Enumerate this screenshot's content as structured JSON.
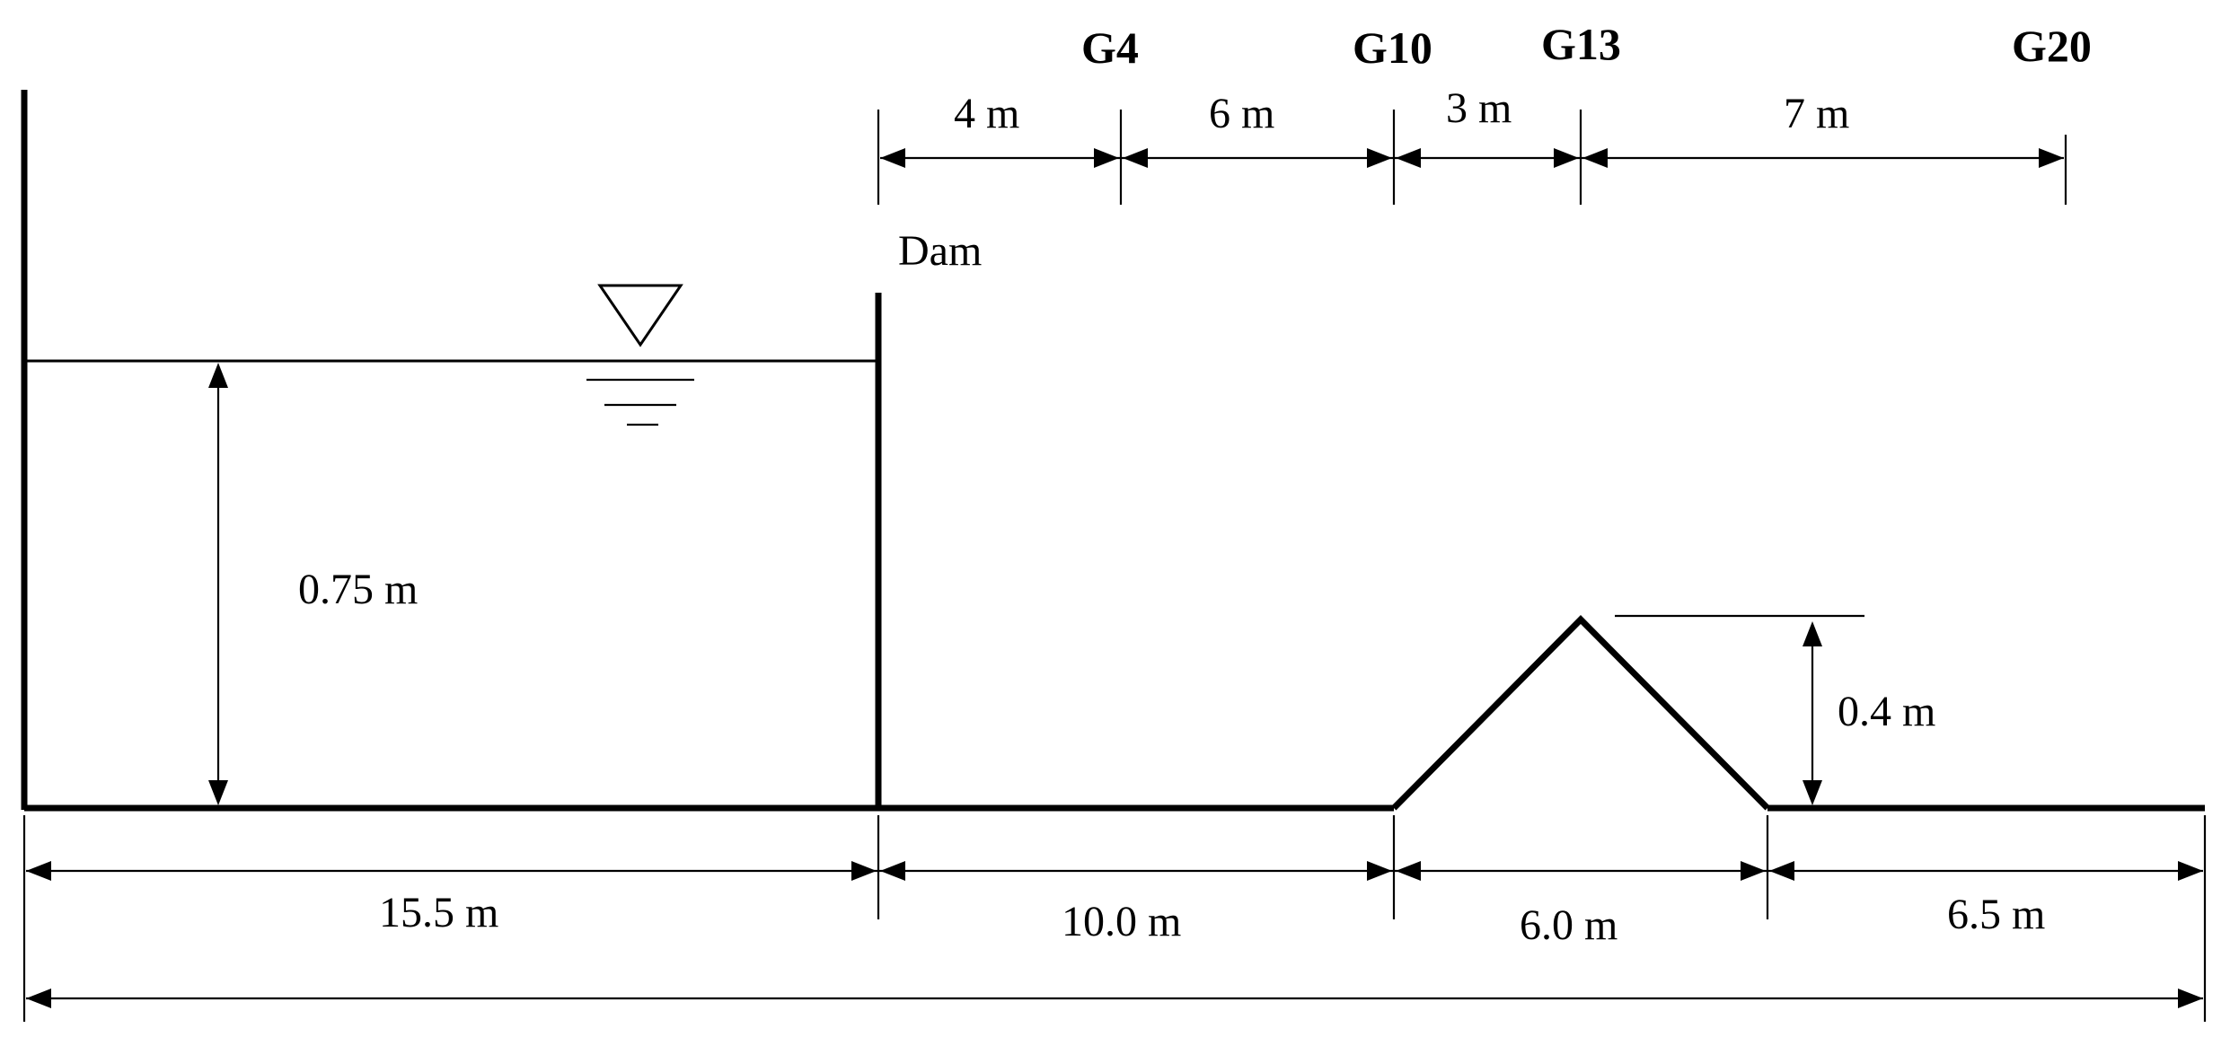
{
  "gauges": {
    "g4": "G4",
    "g10": "G10",
    "g13": "G13",
    "g20": "G20"
  },
  "top_dimensions": {
    "d1": "4 m",
    "d2": "6 m",
    "d3": "3 m",
    "d4": "7 m"
  },
  "dam_label": "Dam",
  "water_depth": "0.75 m",
  "hump_height": "0.4 m",
  "bottom_dimensions": {
    "d1": "15.5 m",
    "d2": "10.0 m",
    "d3": "6.0 m",
    "d4": "6.5 m"
  }
}
